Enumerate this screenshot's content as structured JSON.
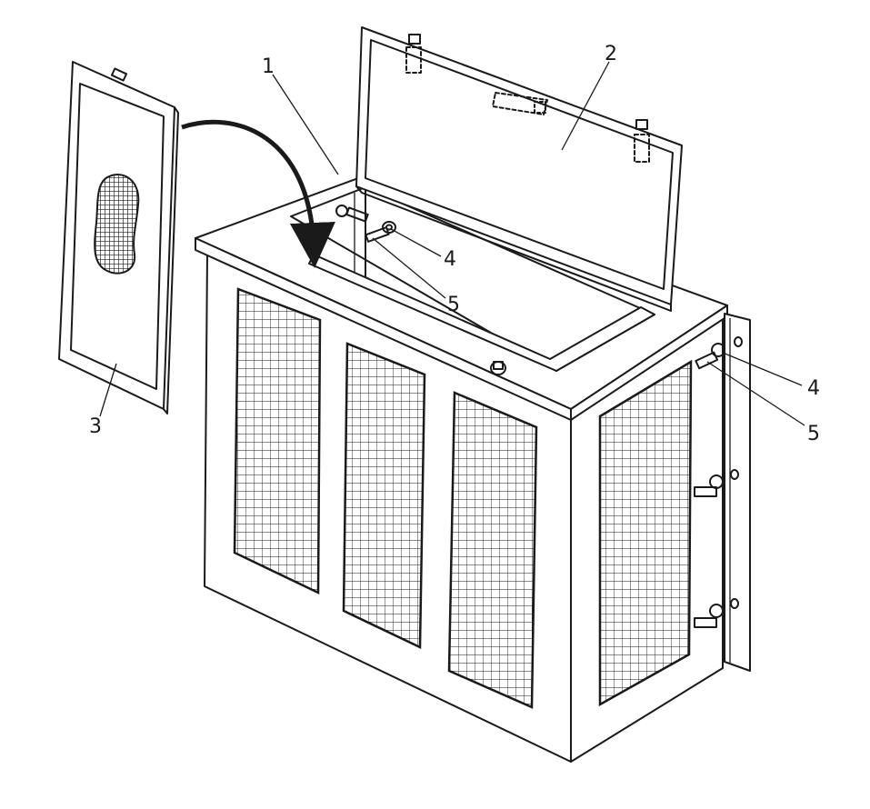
{
  "callouts": {
    "c1": "1",
    "c2": "2",
    "c3": "3",
    "c4_top": "4",
    "c5_top": "5",
    "c4_side": "4",
    "c5_side": "5"
  },
  "colors": {
    "ink": "#1a1a1a",
    "paper": "#ffffff"
  }
}
